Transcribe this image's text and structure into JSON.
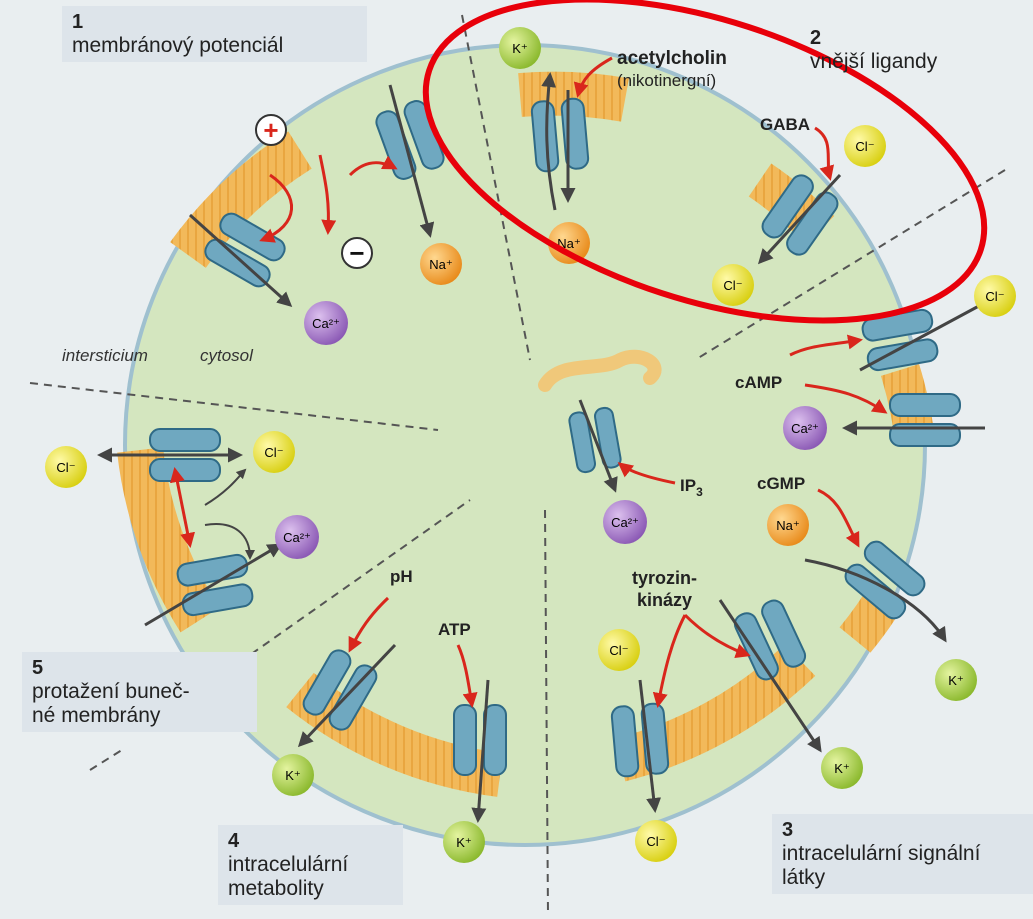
{
  "sections": {
    "s1": {
      "number": "1",
      "title": "membránový potenciál"
    },
    "s2": {
      "number": "2",
      "title": "vnější ligandy"
    },
    "s3": {
      "number": "3",
      "title_line1": "intracelulární signální",
      "title_line2": "látky"
    },
    "s4": {
      "number": "4",
      "title_line1": "intracelulární",
      "title_line2": "metabolity"
    },
    "s5": {
      "number": "5",
      "title_line1": "protažení buneč-",
      "title_line2": "né membrány"
    }
  },
  "regions": {
    "intersticium": "intersticium",
    "cytosol": "cytosol"
  },
  "charges": {
    "plus": "+",
    "minus": "−"
  },
  "ligands": {
    "acetylcholin": "acetylcholin",
    "nikotinergni": "(nikotinergní)",
    "gaba": "GABA",
    "camp": "cAMP",
    "cgmp": "cGMP",
    "ip3": "IP",
    "ip3_sub": "3",
    "tyrozin1": "tyrozin-",
    "tyrozin2": "kinázy",
    "ph": "pH",
    "atp": "ATP"
  },
  "ions": {
    "na": "Na⁺",
    "k": "K⁺",
    "cl": "Cl⁻",
    "ca": "Ca²⁺"
  },
  "colors": {
    "background": "#e9eef0",
    "cytosol": "#d4e6bf",
    "membrane": "#f2b95a",
    "channel": "#6fa8c0",
    "arrow_red": "#d9261c",
    "highlight": "#e8000a",
    "na_ion": "#f0a030",
    "k_ion": "#a8d040",
    "cl_ion": "#ede82a",
    "ca_ion": "#a474c8"
  }
}
